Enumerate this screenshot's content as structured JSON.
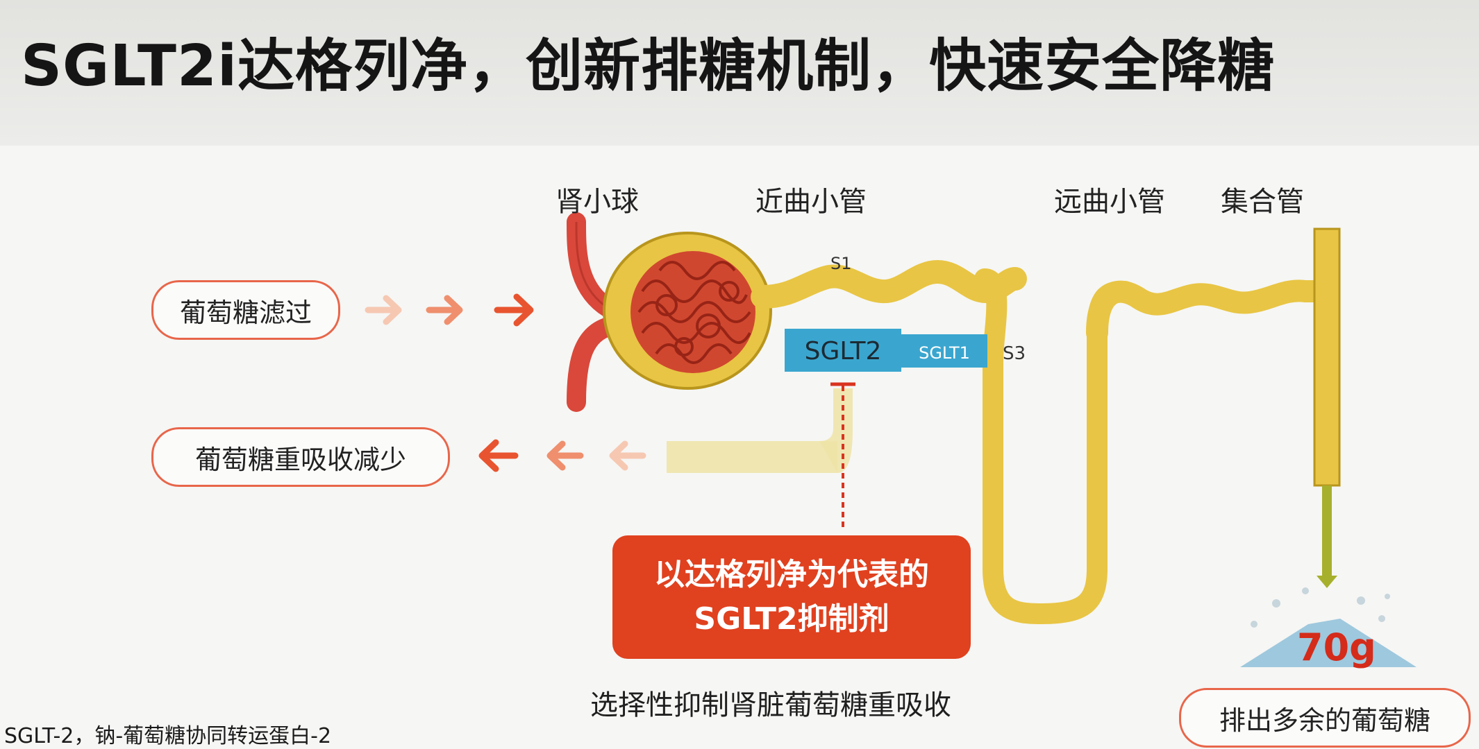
{
  "title": "SGLT2i达格列净，创新排糖机制，快速安全降糖",
  "structure_labels": {
    "glomerulus": "肾小球",
    "proximal_tubule": "近曲小管",
    "distal_tubule": "远曲小管",
    "collecting_duct": "集合管"
  },
  "segment_labels": {
    "s1": "S1",
    "s3": "S3"
  },
  "transporters": {
    "sglt2": "SGLT2",
    "sglt1": "SGLT1"
  },
  "pills": {
    "filtration": "葡萄糖滤过",
    "reabsorption": "葡萄糖重吸收减少",
    "excretion": "排出多余的葡萄糖"
  },
  "callout": {
    "line1": "以达格列净为代表的",
    "line2": "SGLT2抑制剂"
  },
  "caption": "选择性抑制肾脏葡萄糖重吸收",
  "excreted_mass": "70g",
  "footnote": "SGLT-2，钠-葡萄糖协同转运蛋白-2",
  "colors": {
    "tubule": "#e8c544",
    "tubule_edge": "#b8951c",
    "vessel": "#d9483b",
    "transporter": "#3aa6cf",
    "arrow_strong": "#e8542f",
    "arrow_mid": "#ef8f6d",
    "arrow_light": "#f6c8b2",
    "callout": "#e0411f"
  }
}
